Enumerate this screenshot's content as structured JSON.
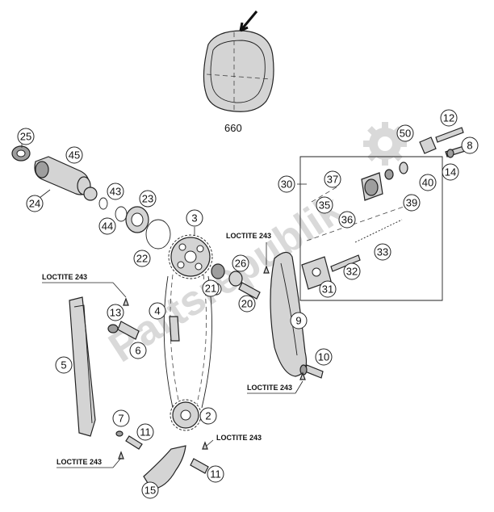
{
  "watermark": "Partsrepublik",
  "variant_label": "660",
  "callouts": [
    {
      "id": "25",
      "label": "25"
    },
    {
      "id": "45",
      "label": "45"
    },
    {
      "id": "24",
      "label": "24"
    },
    {
      "id": "43",
      "label": "43"
    },
    {
      "id": "44",
      "label": "44"
    },
    {
      "id": "23",
      "label": "23"
    },
    {
      "id": "3",
      "label": "3"
    },
    {
      "id": "22",
      "label": "22"
    },
    {
      "id": "26",
      "label": "26"
    },
    {
      "id": "21",
      "label": "21"
    },
    {
      "id": "20",
      "label": "20"
    },
    {
      "id": "4",
      "label": "4"
    },
    {
      "id": "13",
      "label": "13"
    },
    {
      "id": "6",
      "label": "6"
    },
    {
      "id": "5",
      "label": "5"
    },
    {
      "id": "9",
      "label": "9"
    },
    {
      "id": "10",
      "label": "10"
    },
    {
      "id": "2",
      "label": "2"
    },
    {
      "id": "7",
      "label": "7"
    },
    {
      "id": "11a",
      "label": "11"
    },
    {
      "id": "11b",
      "label": "11"
    },
    {
      "id": "15",
      "label": "15"
    },
    {
      "id": "12",
      "label": "12"
    },
    {
      "id": "50",
      "label": "50"
    },
    {
      "id": "8",
      "label": "8"
    },
    {
      "id": "14",
      "label": "14"
    },
    {
      "id": "30",
      "label": "30"
    },
    {
      "id": "37",
      "label": "37"
    },
    {
      "id": "35",
      "label": "35"
    },
    {
      "id": "36",
      "label": "36"
    },
    {
      "id": "39",
      "label": "39"
    },
    {
      "id": "40",
      "label": "40"
    },
    {
      "id": "33",
      "label": "33"
    },
    {
      "id": "32",
      "label": "32"
    },
    {
      "id": "31",
      "label": "31"
    }
  ],
  "loctite_notes": [
    {
      "id": "loctite-top",
      "text": "LOCTITE 243"
    },
    {
      "id": "loctite-left",
      "text": "LOCTITE 243"
    },
    {
      "id": "loctite-right",
      "text": "LOCTITE 243"
    },
    {
      "id": "loctite-bottom-right",
      "text": "LOCTITE 243"
    },
    {
      "id": "loctite-bottom-left",
      "text": "LOCTITE 243"
    }
  ],
  "icons": [
    "arrow-down-icon",
    "settings-gear-icon"
  ]
}
